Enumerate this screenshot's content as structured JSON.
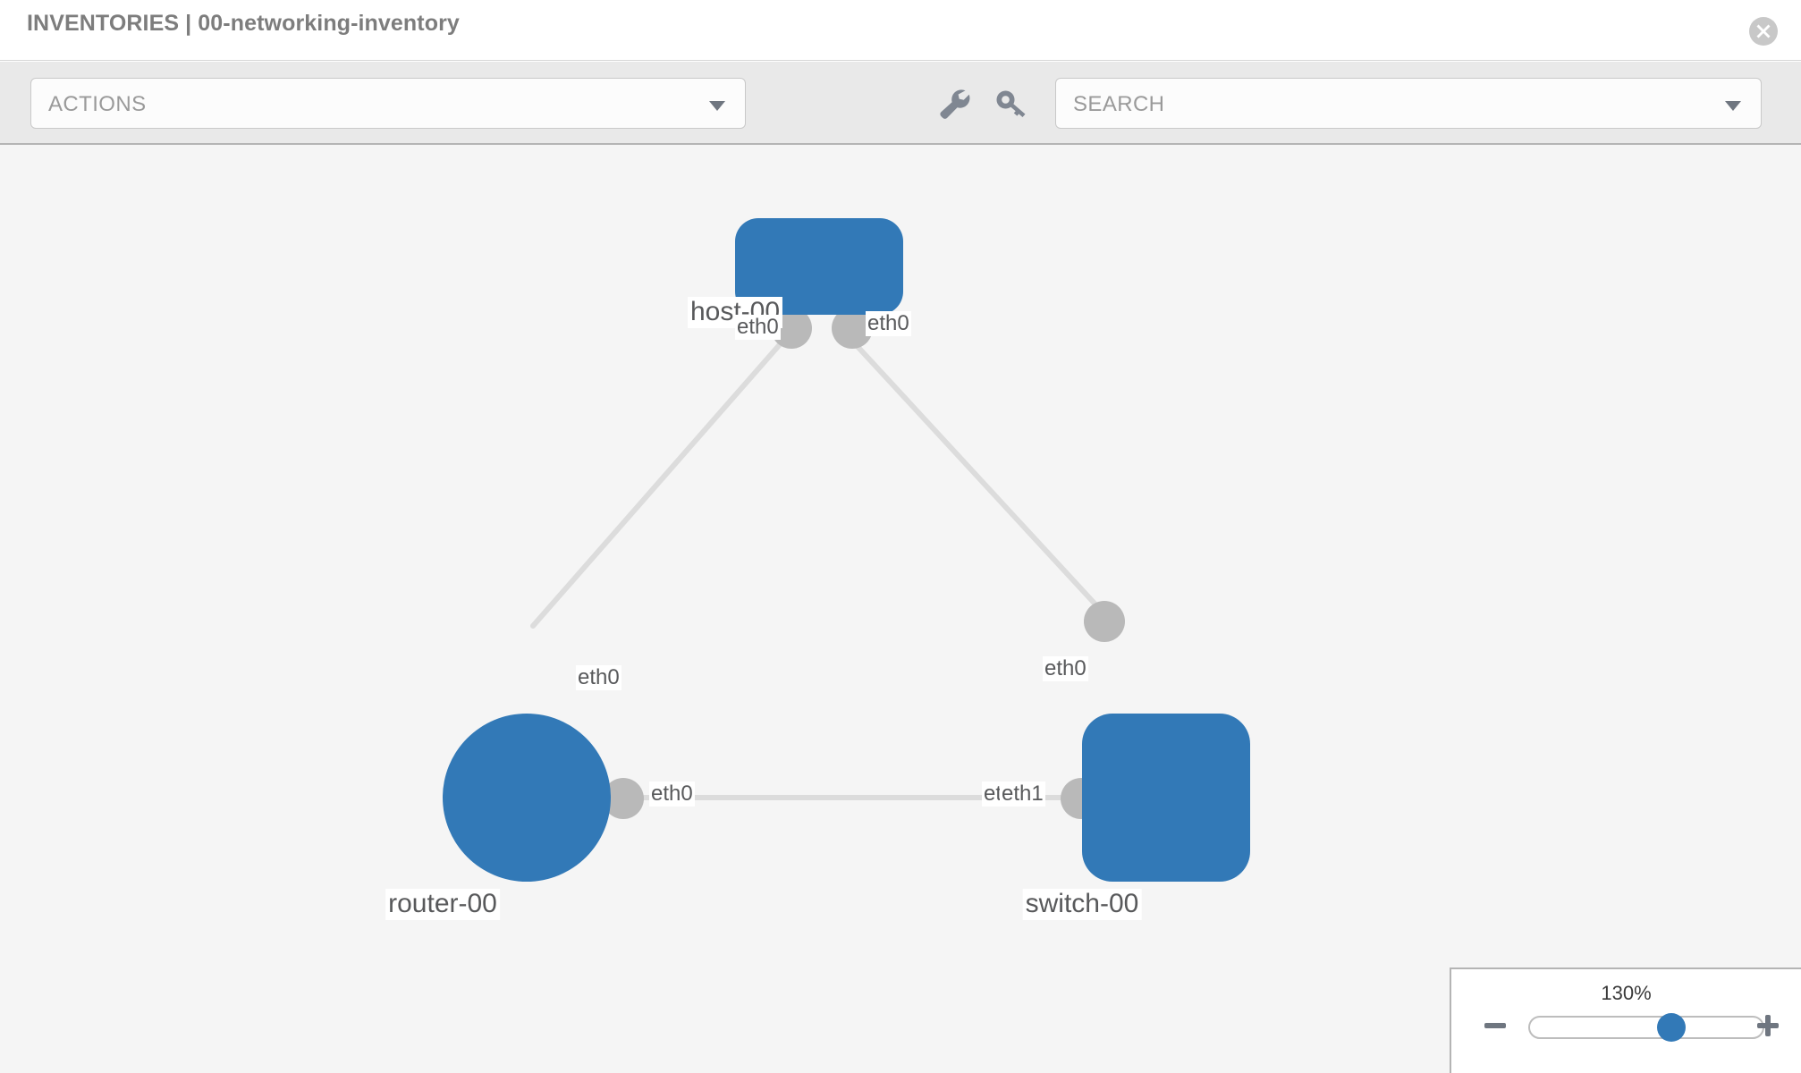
{
  "header": {
    "title": "INVENTORIES | 00-networking-inventory",
    "close_icon": "close-circle-icon"
  },
  "toolbar": {
    "actions_label": "ACTIONS",
    "actions_caret": "chevron-down-icon",
    "wrench_icon": "wrench-icon",
    "key_icon": "key-icon",
    "search_placeholder": "SEARCH",
    "search_caret": "chevron-down-icon"
  },
  "topology": {
    "accent_color": "#3279b7",
    "edge_color": "#dcdcdc",
    "endpoint_color": "#b9b9b9",
    "canvas_color": "#f5f5f5",
    "nodes": [
      {
        "id": "host-00",
        "label": "host-00",
        "type": "host",
        "icon": "server-icon"
      },
      {
        "id": "router-00",
        "label": "router-00",
        "type": "router",
        "icon": "router-arrows-icon"
      },
      {
        "id": "switch-00",
        "label": "switch-00",
        "type": "switch",
        "icon": "switch-arrows-icon"
      }
    ],
    "links": [
      {
        "from": "host-00",
        "from_iface": "eth0",
        "to": "router-00",
        "to_iface": "eth0"
      },
      {
        "from": "host-00",
        "from_iface": "eth0",
        "to": "switch-00",
        "to_iface": "eth0"
      },
      {
        "from": "router-00",
        "from_iface": "eth0",
        "to": "switch-00",
        "to_iface": "eth1"
      }
    ],
    "iface_labels": {
      "host_left": "eth0",
      "host_right": "eth0",
      "router_up": "eth0",
      "switch_up": "eth0",
      "router_right": "eth0",
      "switch_left_under": "eth",
      "switch_left": "eth1"
    }
  },
  "zoom_control": {
    "value_label": "130%",
    "minus_label": "minus-icon",
    "plus_label": "plus-icon"
  }
}
